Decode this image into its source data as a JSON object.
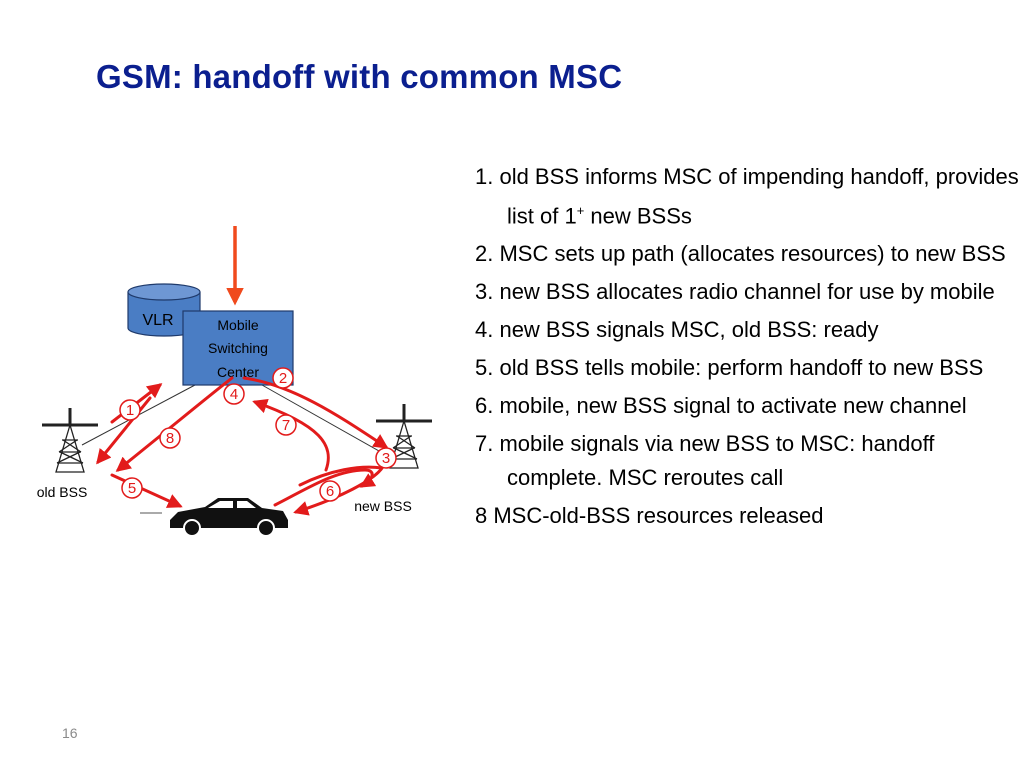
{
  "title": "GSM: handoff with common MSC",
  "page_number": "16",
  "diagram": {
    "vlr_label": "VLR",
    "msc_label_lines": [
      "Mobile",
      "Switching",
      "Center"
    ],
    "old_bss_label": "old BSS",
    "new_bss_label": "new BSS",
    "step_markers": [
      "1",
      "2",
      "3",
      "4",
      "5",
      "6",
      "7",
      "8"
    ],
    "colors": {
      "arrow": "#e21b1b",
      "incoming_arrow": "#f04a1d",
      "msc_fill": "#4a7dc4",
      "vlr_fill": "#4a7dc4"
    }
  },
  "steps": [
    {
      "text": "1. old BSS informs MSC of impending handoff, provides list of 1",
      "sup": "+",
      "tail": " new BSSs"
    },
    {
      "text": "2. MSC sets up path (allocates resources) to new BSS"
    },
    {
      "text": "3. new BSS allocates radio channel for use by mobile"
    },
    {
      "text": "4. new BSS signals MSC, old BSS: ready"
    },
    {
      "text": "5. old BSS tells mobile: perform handoff to new BSS"
    },
    {
      "text": "6. mobile, new BSS signal to activate new channel"
    },
    {
      "text": "7. mobile signals via new BSS to MSC: handoff complete.  MSC reroutes call"
    },
    {
      "text": "8 MSC-old-BSS resources released"
    }
  ]
}
